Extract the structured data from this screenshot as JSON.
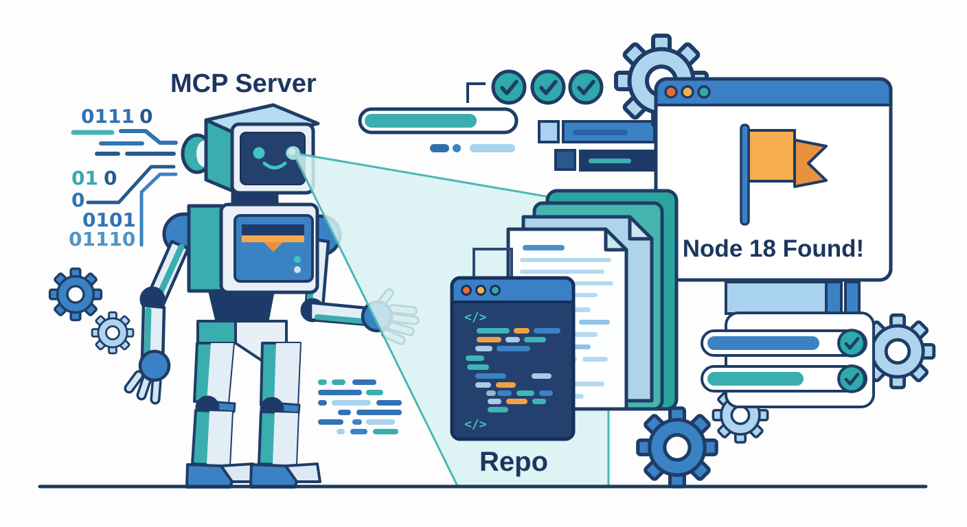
{
  "labels": {
    "mcp_server": "MCP Server",
    "repo": "Repo",
    "node_found": "Node 18 Found!",
    "code_glyph": "</>"
  },
  "binary": {
    "l1a": "0111",
    "l1b": "0",
    "l2a": "01",
    "l2b": "0",
    "l3": "0",
    "l4": "0101",
    "l5": "01110"
  },
  "status": {
    "top_checks": 3,
    "checklist_rows": 2,
    "top_progress_percent": 72,
    "row1_progress_percent": 70,
    "row2_progress_percent": 60
  },
  "colors": {
    "navy": "#1e3c66",
    "text_navy": "#1d3660",
    "blue": "#3b82c4",
    "teal": "#3aaeae",
    "light_blue": "#a9d2ee",
    "orange": "#f4a94c",
    "deep_orange": "#e8923f",
    "red_orange": "#e56a38",
    "beam": "#d8f1f2",
    "code_bg": "#24406e"
  }
}
